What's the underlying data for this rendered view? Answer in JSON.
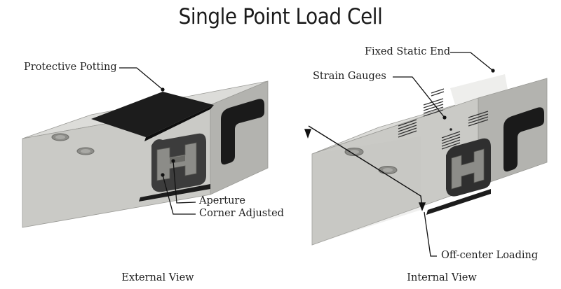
{
  "title": "Single Point Load Cell",
  "external_view": {
    "caption": "External View",
    "labels": {
      "protective_potting": "Protective Potting",
      "aperture": "Aperture",
      "corner_adjusted": "Corner Adjusted"
    }
  },
  "internal_view": {
    "caption": "Internal View",
    "labels": {
      "fixed_static_end": "Fixed Static End",
      "strain_gauges": "Strain Gauges",
      "off_center_loading": "Off-center Loading"
    }
  },
  "colors": {
    "body_top": "#dadad7",
    "body_front": "#c9c9c5",
    "body_side": "#b2b2ae",
    "potting": "#1c1c1c",
    "leader": "#111111"
  }
}
